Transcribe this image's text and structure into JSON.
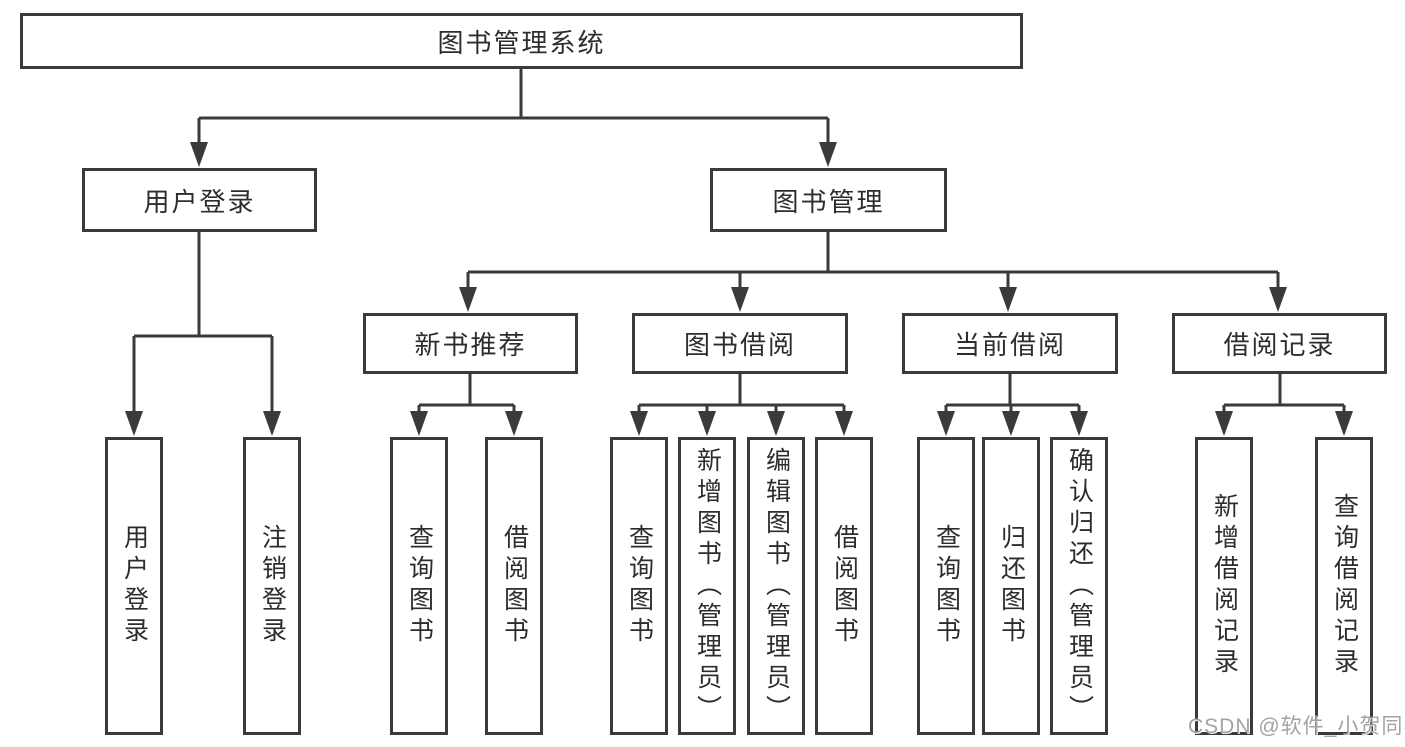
{
  "watermark": "CSDN @软件_小贺同学",
  "colors": {
    "line": "#3a3a3a",
    "text": "#2d2d2d",
    "watermark": "#a3a3a3",
    "background": "#ffffff"
  },
  "tree": {
    "root": {
      "label": "图书管理系统"
    },
    "branches": [
      {
        "label": "用户登录",
        "children": [
          {
            "label": "用户登录"
          },
          {
            "label": "注销登录"
          }
        ]
      },
      {
        "label": "图书管理",
        "children": [
          {
            "label": "新书推荐",
            "children": [
              {
                "label": "查询图书"
              },
              {
                "label": "借阅图书"
              }
            ]
          },
          {
            "label": "图书借阅",
            "children": [
              {
                "label": "查询图书"
              },
              {
                "label": "新增图书（管理员）"
              },
              {
                "label": "编辑图书（管理员）"
              },
              {
                "label": "借阅图书"
              }
            ]
          },
          {
            "label": "当前借阅",
            "children": [
              {
                "label": "查询图书"
              },
              {
                "label": "归还图书"
              },
              {
                "label": "确认归还（管理员）"
              }
            ]
          },
          {
            "label": "借阅记录",
            "children": [
              {
                "label": "新增借阅记录"
              },
              {
                "label": "查询借阅记录"
              }
            ]
          }
        ]
      }
    ]
  }
}
